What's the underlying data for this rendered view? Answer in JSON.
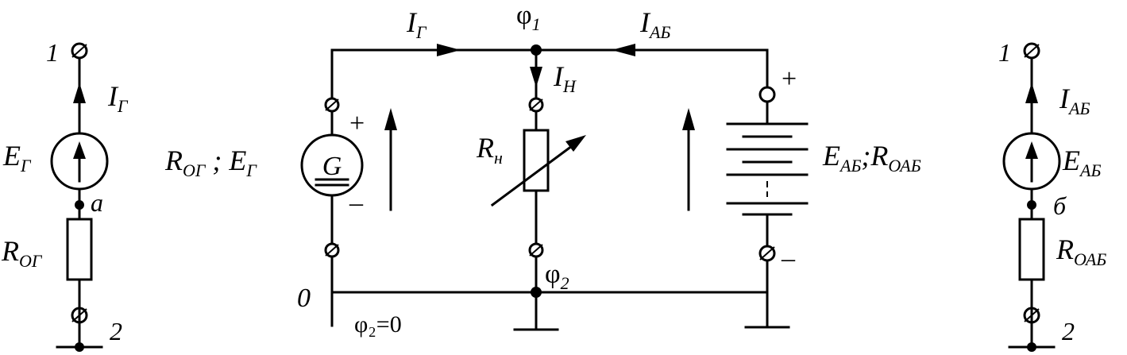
{
  "left_source": {
    "terminal_top": "1",
    "terminal_bottom": "2",
    "current": {
      "main": "I",
      "sub": "Г"
    },
    "emf": {
      "main": "E",
      "sub": "Г"
    },
    "node": "a",
    "resistance": {
      "main": "R",
      "sub": "ОГ"
    }
  },
  "center": {
    "current_generator": {
      "main": "I",
      "sub": "Г"
    },
    "current_battery": {
      "main": "I",
      "sub": "АБ"
    },
    "current_load": {
      "main": "I",
      "sub": "Н"
    },
    "potential_top": {
      "main": "φ",
      "sub": "1"
    },
    "potential_bottom": {
      "main": "φ",
      "sub": "2"
    },
    "zero_node": "0",
    "ground_condition": "φ₂=0",
    "generator_symbol": "G",
    "generator_label": {
      "r": "R",
      "r_sub": "ОГ",
      "sep": " ; ",
      "e": "E",
      "e_sub": "Г"
    },
    "load_label": {
      "main": "R",
      "sub": "н"
    },
    "battery_label": {
      "e": "E",
      "e_sub": "АБ",
      "sep": ";",
      "r": "R",
      "r_sub": "ОАБ"
    },
    "plus": "+",
    "minus": "–"
  },
  "right_source": {
    "terminal_top": "1",
    "terminal_bottom": "2",
    "current": {
      "main": "I",
      "sub": "АБ"
    },
    "emf": {
      "main": "E",
      "sub": "АБ"
    },
    "node": "б",
    "resistance": {
      "main": "R",
      "sub": "ОАБ"
    }
  }
}
